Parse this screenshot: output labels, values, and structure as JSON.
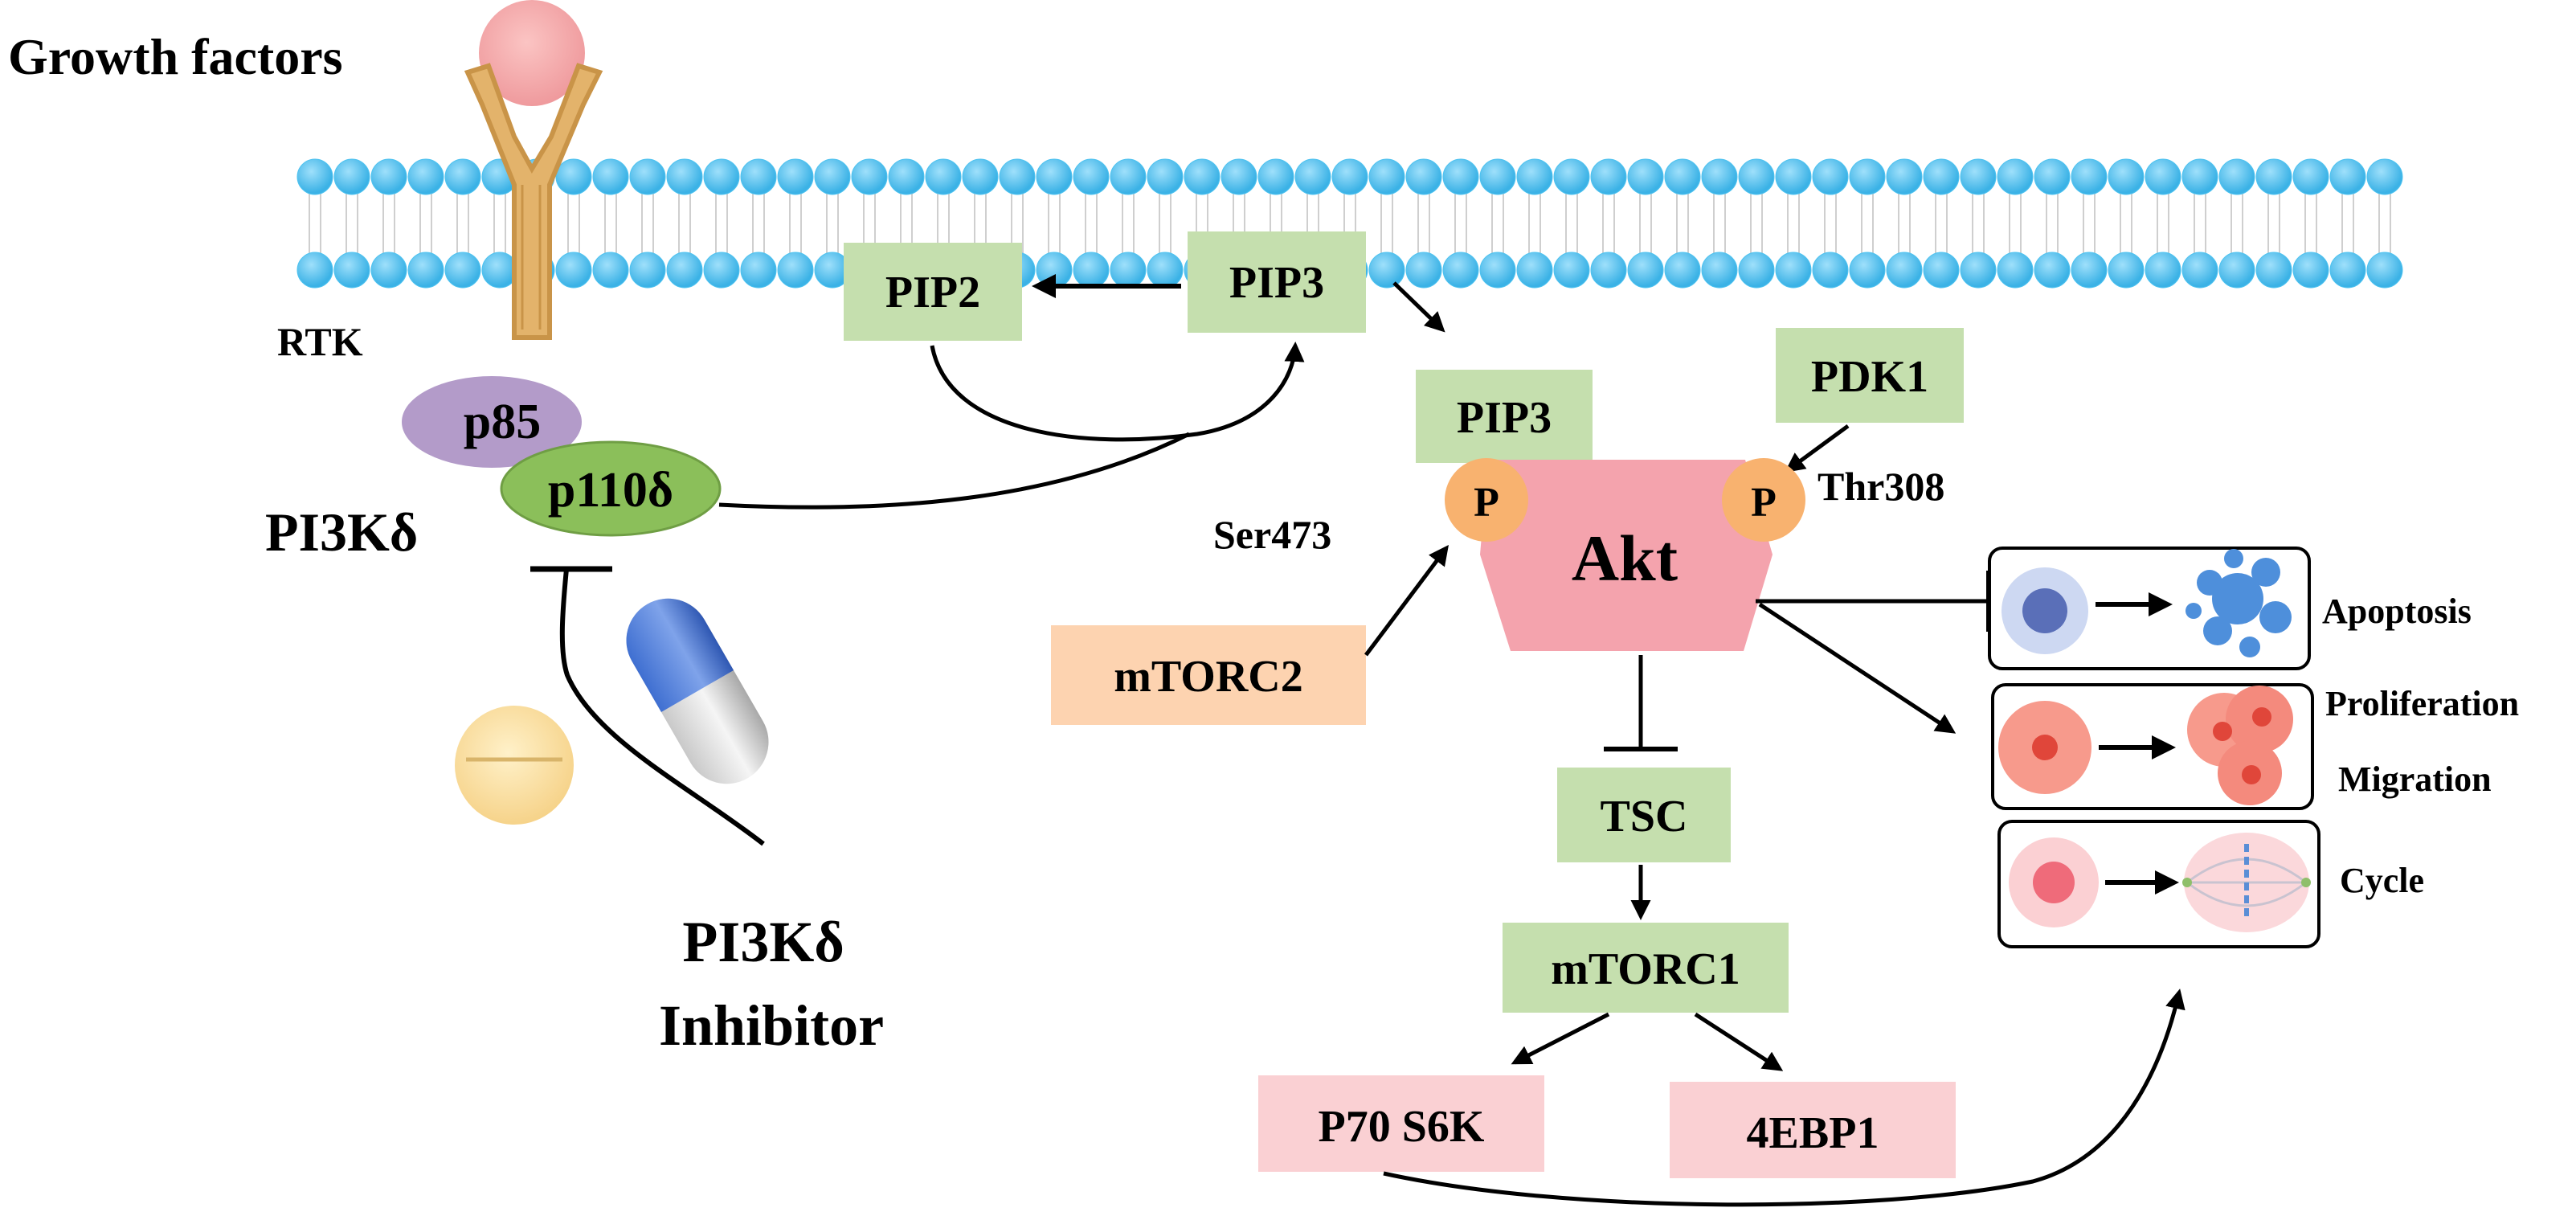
{
  "labels": {
    "growth_factors": "Growth factors",
    "rtk": "RTK",
    "p85": "p85",
    "p110": "p110δ",
    "pi3k": "PI3Kδ",
    "pip2": "PIP2",
    "pip3_membrane": "PIP3",
    "pip3_akt": "PIP3",
    "pdk1": "PDK1",
    "ser473": "Ser473",
    "thr308": "Thr308",
    "phospho_left": "P",
    "phospho_right": "P",
    "akt": "Akt",
    "mtorc2": "mTORC2",
    "tsc": "TSC",
    "mtorc1": "mTORC1",
    "p70s6k": "P70 S6K",
    "ebp1": "4EBP1",
    "inhibitor_line1": "PI3Kδ",
    "inhibitor_line2": "Inhibitor"
  },
  "outcomes": {
    "apoptosis": "Apoptosis",
    "proliferation": "Proliferation",
    "migration": "Migration",
    "cycle": "Cycle"
  },
  "colors": {
    "membrane_bead": "#4fc3f0",
    "green_box": "#c5dfae",
    "orange_box": "#fdd3b0",
    "pink_box": "#fad0d3",
    "akt_pink": "#f4a3ad",
    "phospho_orange": "#f8b26f",
    "p85_purple": "#b39bc9",
    "p110_green": "#8bbf5a",
    "receptor_tan": "#e3b36b",
    "growth_factor_pink": "#f4a5a8"
  }
}
